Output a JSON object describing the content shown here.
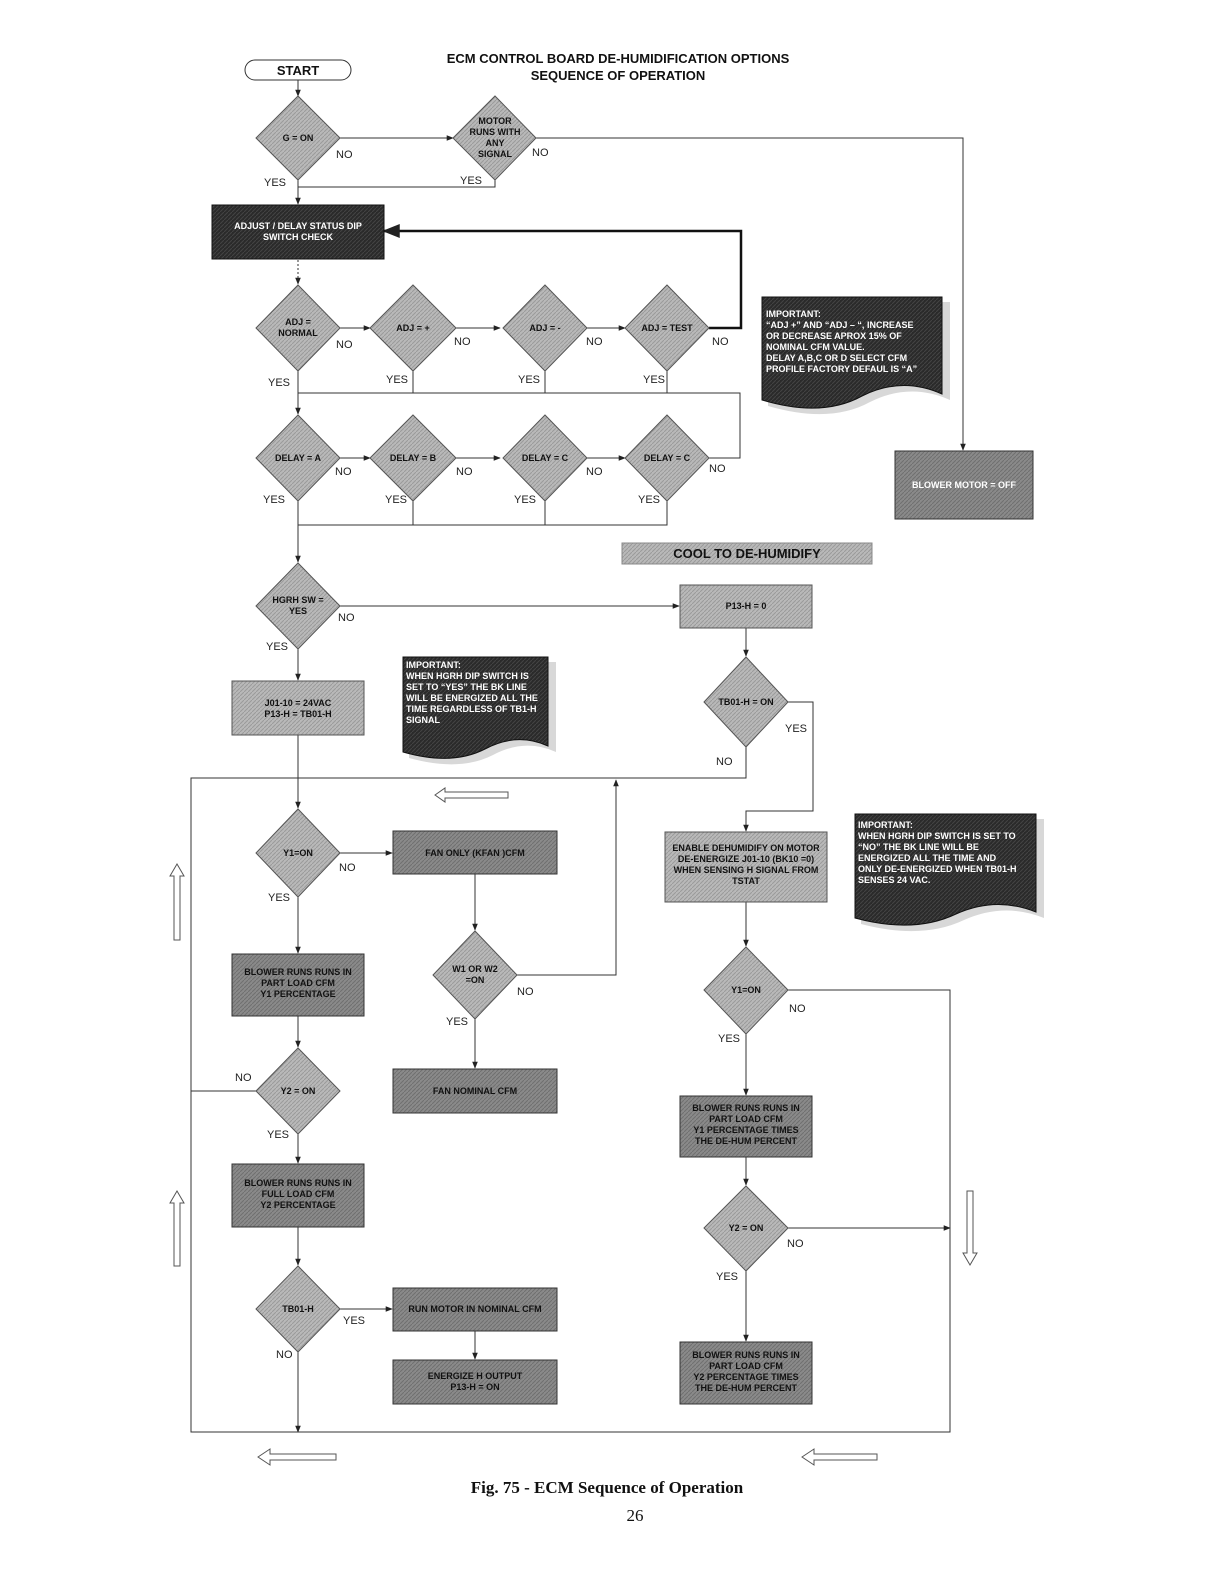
{
  "title": [
    "ECM CONTROL BOARD DE-HUMIDIFICATION OPTIONS",
    "SEQUENCE OF OPERATION"
  ],
  "start": "START",
  "decisions": {
    "g_on": [
      "G = ON"
    ],
    "motor_runs": [
      "MOTOR",
      "RUNS WITH",
      "ANY",
      "SIGNAL"
    ],
    "adj_normal": [
      "ADJ =",
      "NORMAL"
    ],
    "adj_plus": [
      "ADJ = +"
    ],
    "adj_minus": [
      "ADJ = -"
    ],
    "adj_test": [
      "ADJ = TEST"
    ],
    "delay_a": [
      "DELAY = A"
    ],
    "delay_b": [
      "DELAY = B"
    ],
    "delay_c1": [
      "DELAY = C"
    ],
    "delay_c2": [
      "DELAY = C"
    ],
    "hgrh": [
      "HGRH SW =",
      "YES"
    ],
    "tb01h_on": [
      "TB01-H = ON"
    ],
    "y1_left": [
      "Y1=ON"
    ],
    "w1w2": [
      "W1 OR W2",
      "=ON"
    ],
    "y2_left": [
      "Y2 = ON"
    ],
    "tb01h": [
      "TB01-H"
    ],
    "y1_right": [
      "Y1=ON"
    ],
    "y2_right": [
      "Y2 = ON"
    ]
  },
  "boxes": {
    "adjust_check": [
      "ADJUST / DELAY STATUS DIP",
      "SWITCH CHECK"
    ],
    "blower_off": [
      "BLOWER MOTOR = OFF"
    ],
    "p13h_0": [
      "P13-H = 0"
    ],
    "j01": [
      "J01-10 = 24VAC",
      "P13-H = TB01-H"
    ],
    "enable_dehum": [
      "ENABLE DEHUMIDIFY ON MOTOR",
      "DE-ENERGIZE J01-10 (BK10 =0)",
      "WHEN SENSING  H SIGNAL FROM",
      "TSTAT"
    ],
    "fan_only": [
      "FAN ONLY (KFAN )CFM"
    ],
    "blower_y1": [
      "BLOWER RUNS RUNS IN",
      "PART LOAD CFM",
      "Y1 PERCENTAGE"
    ],
    "fan_nominal": [
      "FAN  NOMINAL CFM"
    ],
    "blower_y2": [
      "BLOWER RUNS RUNS IN",
      "FULL LOAD CFM",
      "Y2 PERCENTAGE"
    ],
    "run_motor": [
      "RUN MOTOR IN NOMINAL CFM"
    ],
    "energize": [
      "ENERGIZE  H OUTPUT",
      "P13-H = ON"
    ],
    "blower_y1_dehum": [
      "BLOWER RUNS RUNS IN",
      "PART LOAD CFM",
      "Y1 PERCENTAGE TIMES",
      "THE DE-HUM PERCENT"
    ],
    "blower_y2_dehum": [
      "BLOWER RUNS RUNS IN",
      "PART LOAD CFM",
      "Y2 PERCENTAGE TIMES",
      "THE DE-HUM PERCENT"
    ]
  },
  "notes": {
    "important1": [
      "IMPORTANT:",
      "“ADJ +” AND “ADJ – “, INCREASE",
      "OR DECREASE APROX 15% OF",
      "NOMINAL CFM VALUE.",
      "DELAY A,B,C OR D SELECT CFM",
      "PROFILE FACTORY DEFAUL IS “A”"
    ],
    "important2": [
      "IMPORTANT:",
      "WHEN HGRH DIP SWITCH IS",
      "SET TO “YES” THE BK LINE",
      "WILL BE ENERGIZED ALL THE",
      "TIME REGARDLESS OF TB1-H",
      "SIGNAL"
    ],
    "important3": [
      "IMPORTANT:",
      "WHEN HGRH DIP SWITCH IS SET TO",
      "“NO” THE BK LINE WILL BE",
      "ENERGIZED ALL THE TIME AND",
      "ONLY DE-ENERGIZED WHEN TB01-H",
      "SENSES 24 VAC."
    ]
  },
  "cool_banner": "COOL TO DE-HUMIDIFY",
  "yes": "YES",
  "no": "NO",
  "caption": "Fig. 75 - ECM Sequence of Operation",
  "page_number": "26",
  "colors": {
    "diamond": "#b7b7b7",
    "box_light": "#c0c0c0",
    "box_dark": "#858585",
    "box_black": "#2b2b2b",
    "line": "#333333"
  }
}
